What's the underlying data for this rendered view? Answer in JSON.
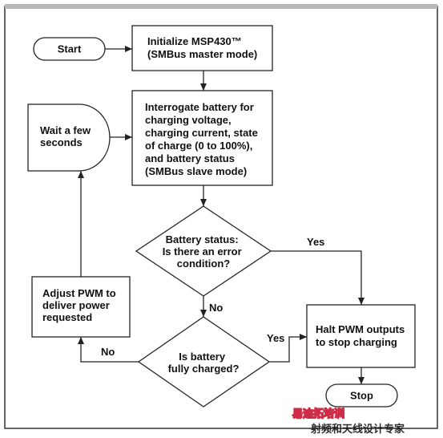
{
  "nodes": {
    "start": {
      "label": "Start"
    },
    "init": {
      "lines": [
        "Initialize MSP430™",
        "(SMBus master mode)"
      ]
    },
    "interrogate": {
      "lines": [
        "Interrogate battery for",
        "charging voltage,",
        "charging current, state",
        "of charge (0 to 100%),",
        "and battery status",
        "(SMBus slave mode)"
      ]
    },
    "wait": {
      "lines": [
        "Wait a few",
        "seconds"
      ]
    },
    "error_check": {
      "lines": [
        "Battery status:",
        "Is there an error",
        "condition?"
      ]
    },
    "adjust_pwm": {
      "lines": [
        "Adjust PWM to",
        "deliver power",
        "requested"
      ]
    },
    "charged_check": {
      "lines": [
        "Is battery",
        "fully charged?"
      ]
    },
    "halt_pwm": {
      "lines": [
        "Halt PWM outputs",
        "to stop charging"
      ]
    },
    "stop": {
      "label": "Stop"
    }
  },
  "edge_labels": {
    "error_yes": "Yes",
    "error_no": "No",
    "charged_yes": "Yes",
    "charged_no": "No"
  },
  "watermark": {
    "title": "易迪拓培训",
    "subtitle": "射频和天线设计专家"
  },
  "colors": {
    "stroke": "#222222",
    "watermark_red": "#c8102e",
    "watermark_grey": "#555555"
  }
}
